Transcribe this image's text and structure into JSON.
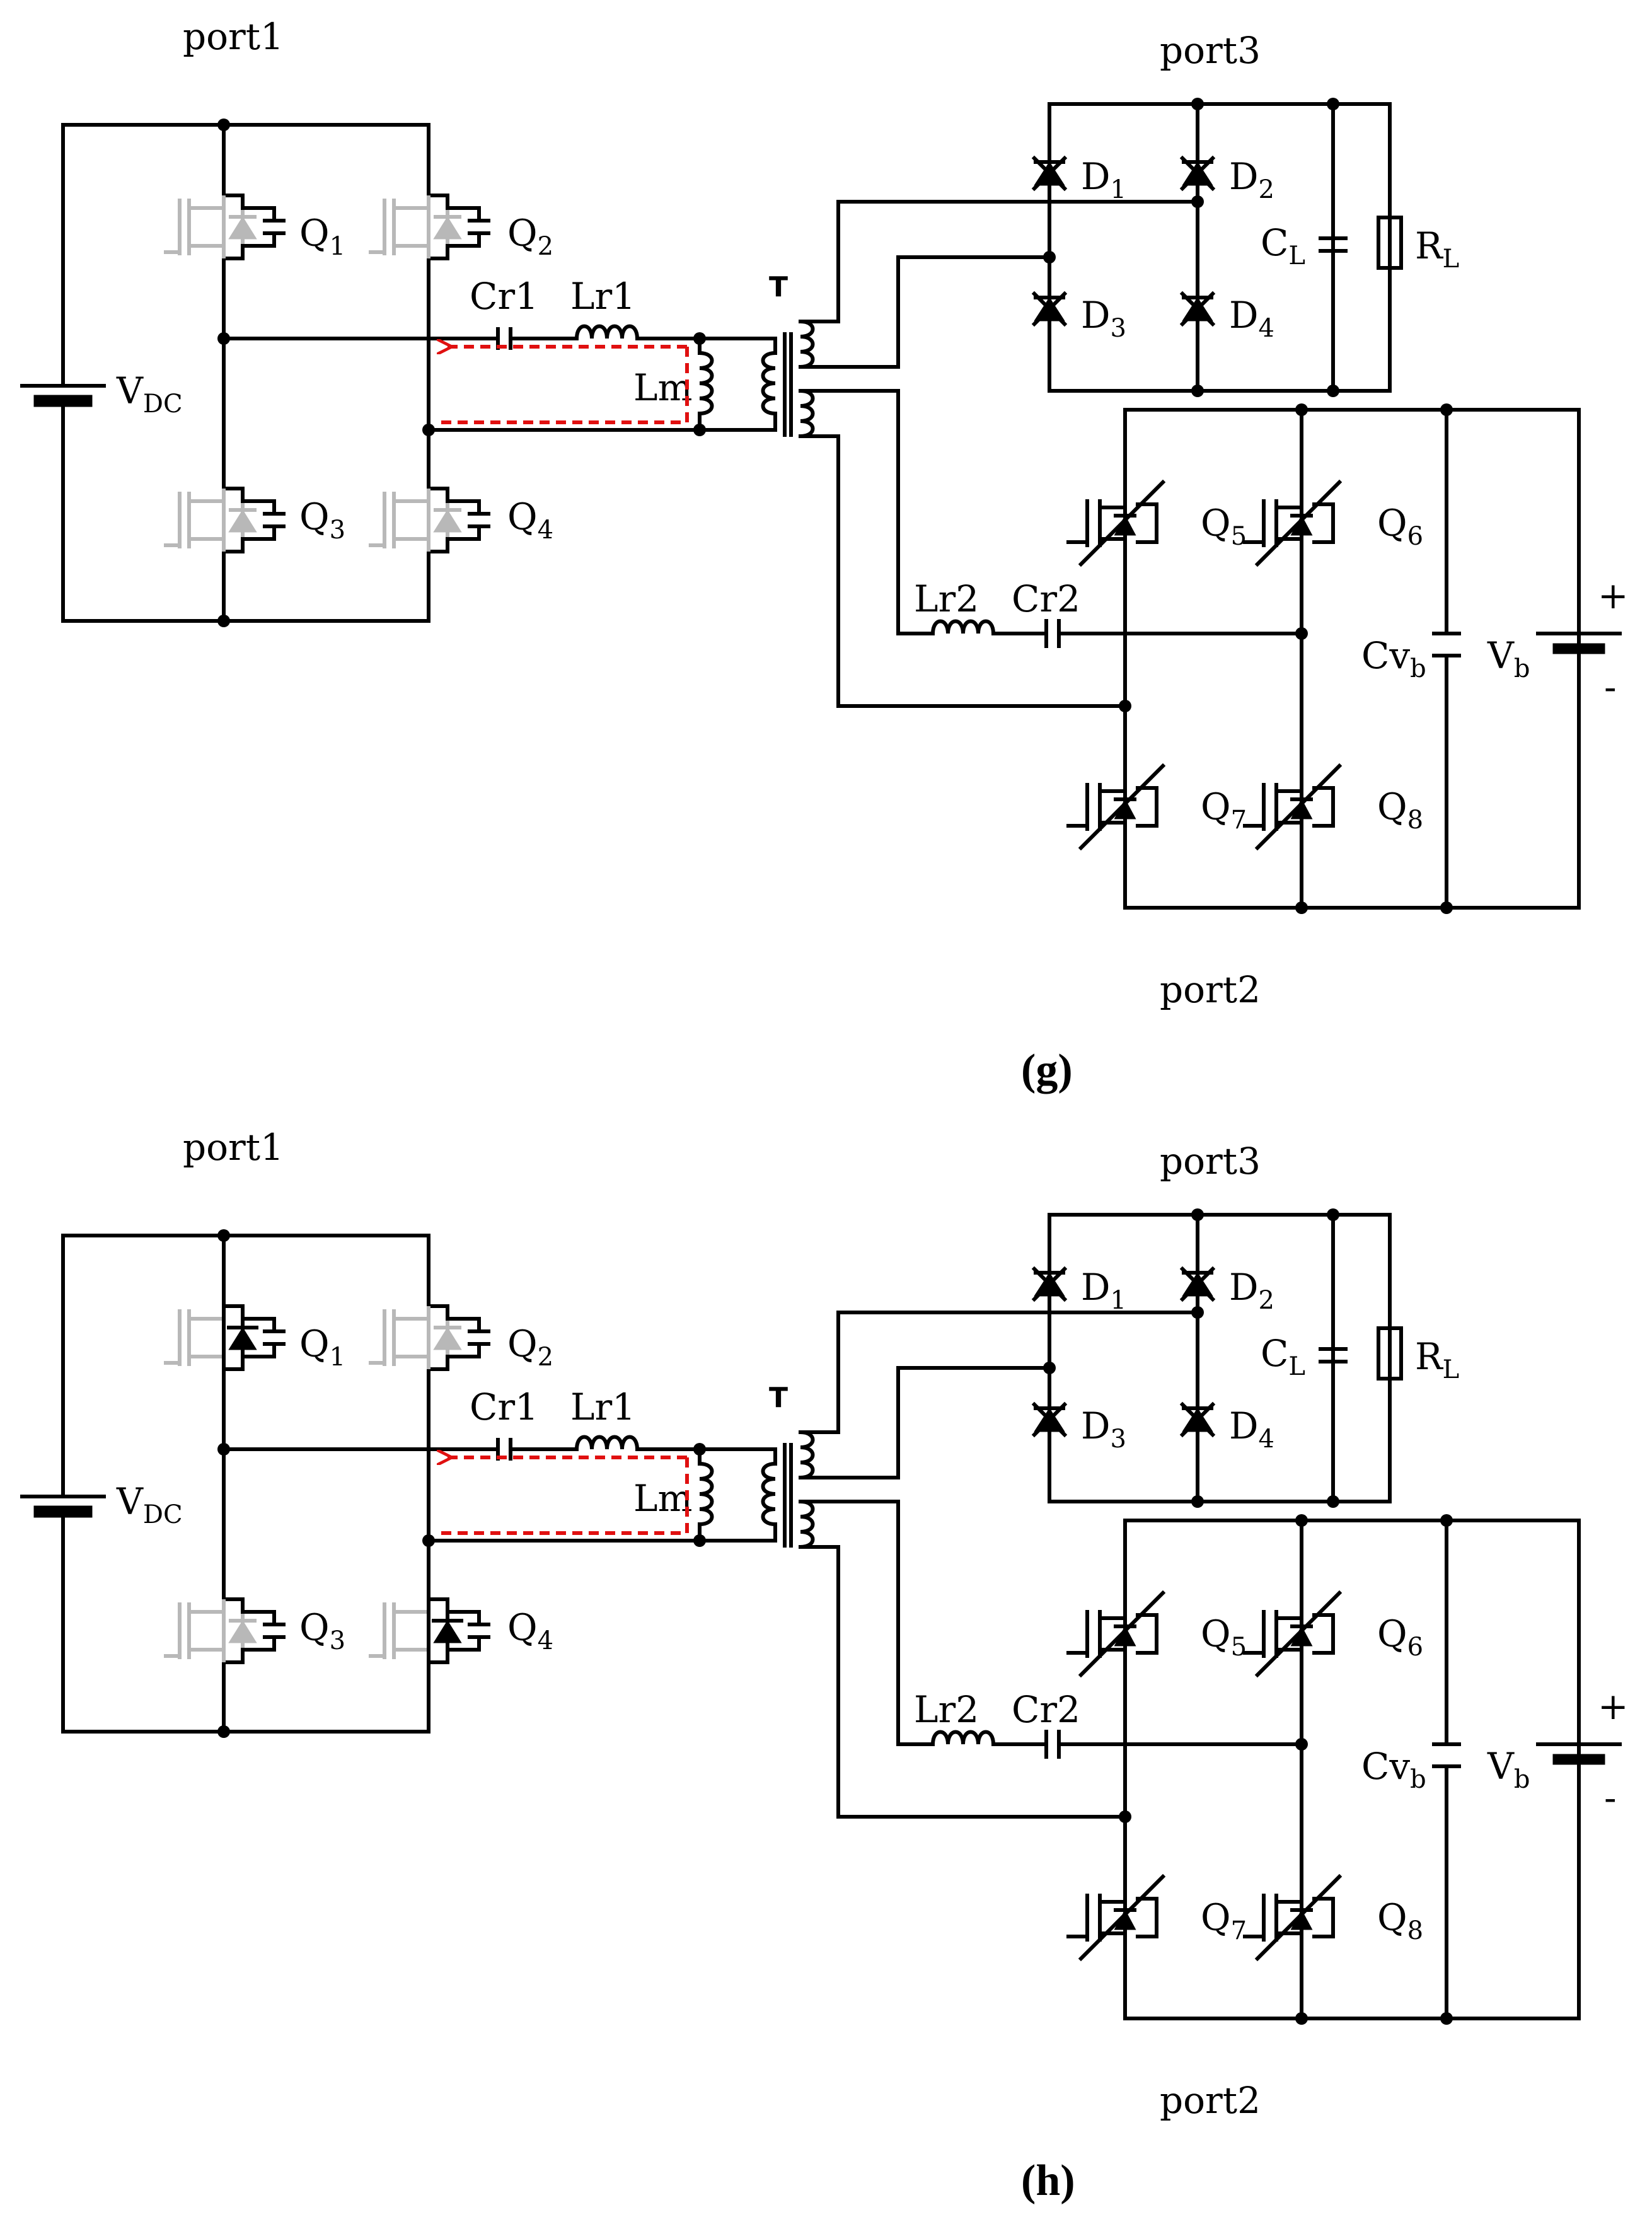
{
  "panels": [
    {
      "caption": "g",
      "ports": {
        "p1": "port1",
        "p2": "port2",
        "p3": "port3"
      },
      "source": {
        "main": "V",
        "sub": "DC"
      },
      "resonant1": {
        "cap": "Cr1",
        "ind": "Lr1",
        "lm": "Lm"
      },
      "resonant2": {
        "cap": "Cr2",
        "ind": "Lr2"
      },
      "transformer": "T",
      "switches": {
        "q1": "Q",
        "q1s": "1",
        "q2": "Q",
        "q2s": "2",
        "q3": "Q",
        "q3s": "3",
        "q4": "Q",
        "q4s": "4",
        "q5": "Q",
        "q5s": "5",
        "q6": "Q",
        "q6s": "6",
        "q7": "Q",
        "q7s": "7",
        "q8": "Q",
        "q8s": "8"
      },
      "diodes": {
        "d1": "D",
        "d1s": "1",
        "d2": "D",
        "d2s": "2",
        "d3": "D",
        "d3s": "3",
        "d4": "D",
        "d4s": "4"
      },
      "load": {
        "c": "C",
        "cs": "L",
        "r": "R",
        "rs": "L"
      },
      "battery": {
        "c": "Cv",
        "cs": "b",
        "v": "V",
        "vs": "b",
        "plus": "+",
        "minus": "-"
      },
      "q1_conducting": false,
      "q4_conducting": false
    },
    {
      "caption": "h",
      "ports": {
        "p1": "port1",
        "p2": "port2",
        "p3": "port3"
      },
      "source": {
        "main": "V",
        "sub": "DC"
      },
      "resonant1": {
        "cap": "Cr1",
        "ind": "Lr1",
        "lm": "Lm"
      },
      "resonant2": {
        "cap": "Cr2",
        "ind": "Lr2"
      },
      "transformer": "T",
      "switches": {
        "q1": "Q",
        "q1s": "1",
        "q2": "Q",
        "q2s": "2",
        "q3": "Q",
        "q3s": "3",
        "q4": "Q",
        "q4s": "4",
        "q5": "Q",
        "q5s": "5",
        "q6": "Q",
        "q6s": "6",
        "q7": "Q",
        "q7s": "7",
        "q8": "Q",
        "q8s": "8"
      },
      "diodes": {
        "d1": "D",
        "d1s": "1",
        "d2": "D",
        "d2s": "2",
        "d3": "D",
        "d3s": "3",
        "d4": "D",
        "d4s": "4"
      },
      "load": {
        "c": "C",
        "cs": "L",
        "r": "R",
        "rs": "L"
      },
      "battery": {
        "c": "Cv",
        "cs": "b",
        "v": "V",
        "vs": "b",
        "plus": "+",
        "minus": "-"
      },
      "q1_conducting": true,
      "q4_conducting": true
    }
  ]
}
